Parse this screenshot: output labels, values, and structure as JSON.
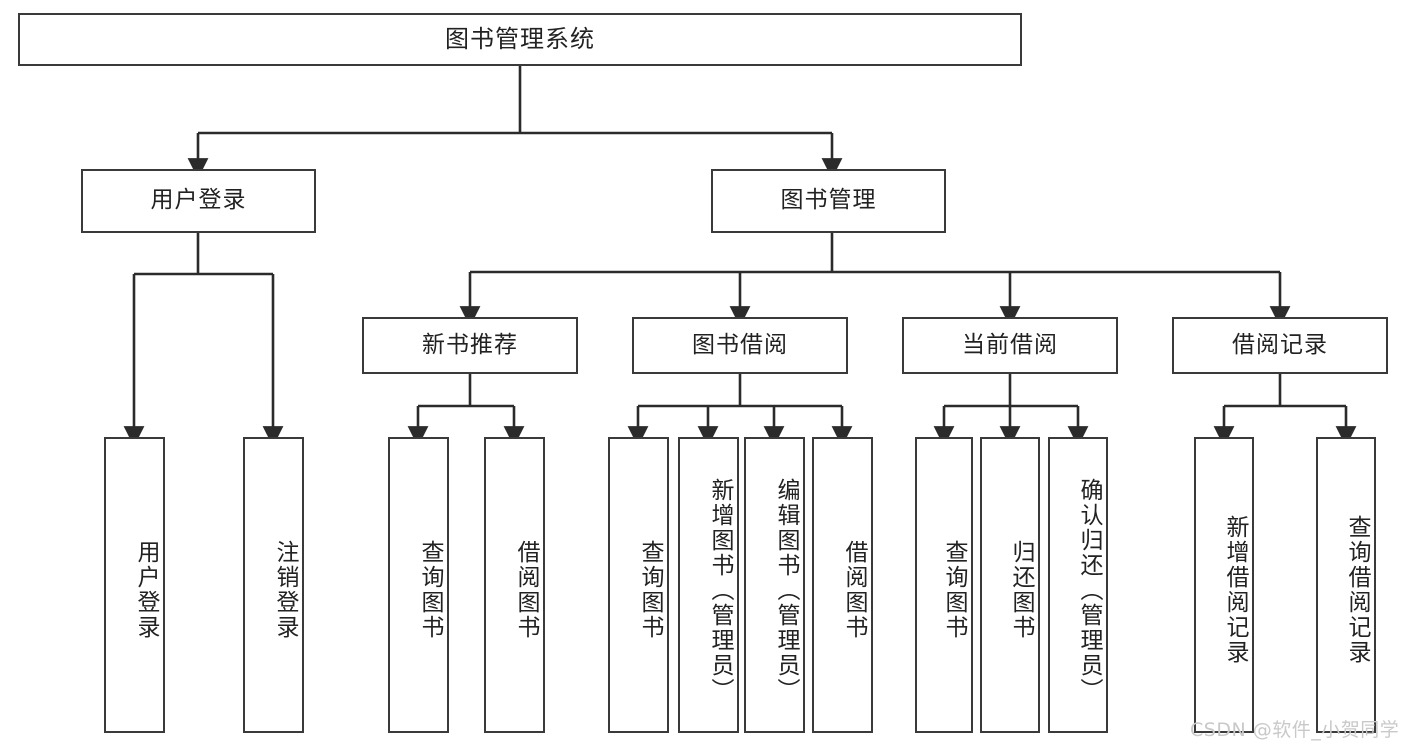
{
  "diagram": {
    "type": "tree",
    "title": "图书管理系统",
    "orientation": "top-down",
    "colors": {
      "box_border": "#3a3a3a",
      "box_fill": "#ffffff",
      "edge": "#2b2b2b",
      "text": "#222222",
      "watermark": "#c9c9c9",
      "background": "#ffffff"
    },
    "root": {
      "label": "图书管理系统"
    },
    "level2": [
      {
        "label": "用户登录"
      },
      {
        "label": "图书管理"
      }
    ],
    "level3": [
      {
        "label": "新书推荐"
      },
      {
        "label": "图书借阅"
      },
      {
        "label": "当前借阅"
      },
      {
        "label": "借阅记录"
      }
    ],
    "leaves": {
      "user_login": [
        {
          "label": "用户登录"
        },
        {
          "label": "注销登录"
        }
      ],
      "new_book_recommend": [
        {
          "label": "查询图书"
        },
        {
          "label": "借阅图书"
        }
      ],
      "book_borrow": [
        {
          "label": "查询图书"
        },
        {
          "label": "新增图书（管理员）"
        },
        {
          "label": "编辑图书（管理员）"
        },
        {
          "label": "借阅图书"
        }
      ],
      "current_borrow": [
        {
          "label": "查询图书"
        },
        {
          "label": "归还图书"
        },
        {
          "label": "确认归还（管理员）"
        }
      ],
      "borrow_record": [
        {
          "label": "新增借阅记录"
        },
        {
          "label": "查询借阅记录"
        }
      ]
    },
    "watermark": "CSDN @软件_小贺同学"
  }
}
